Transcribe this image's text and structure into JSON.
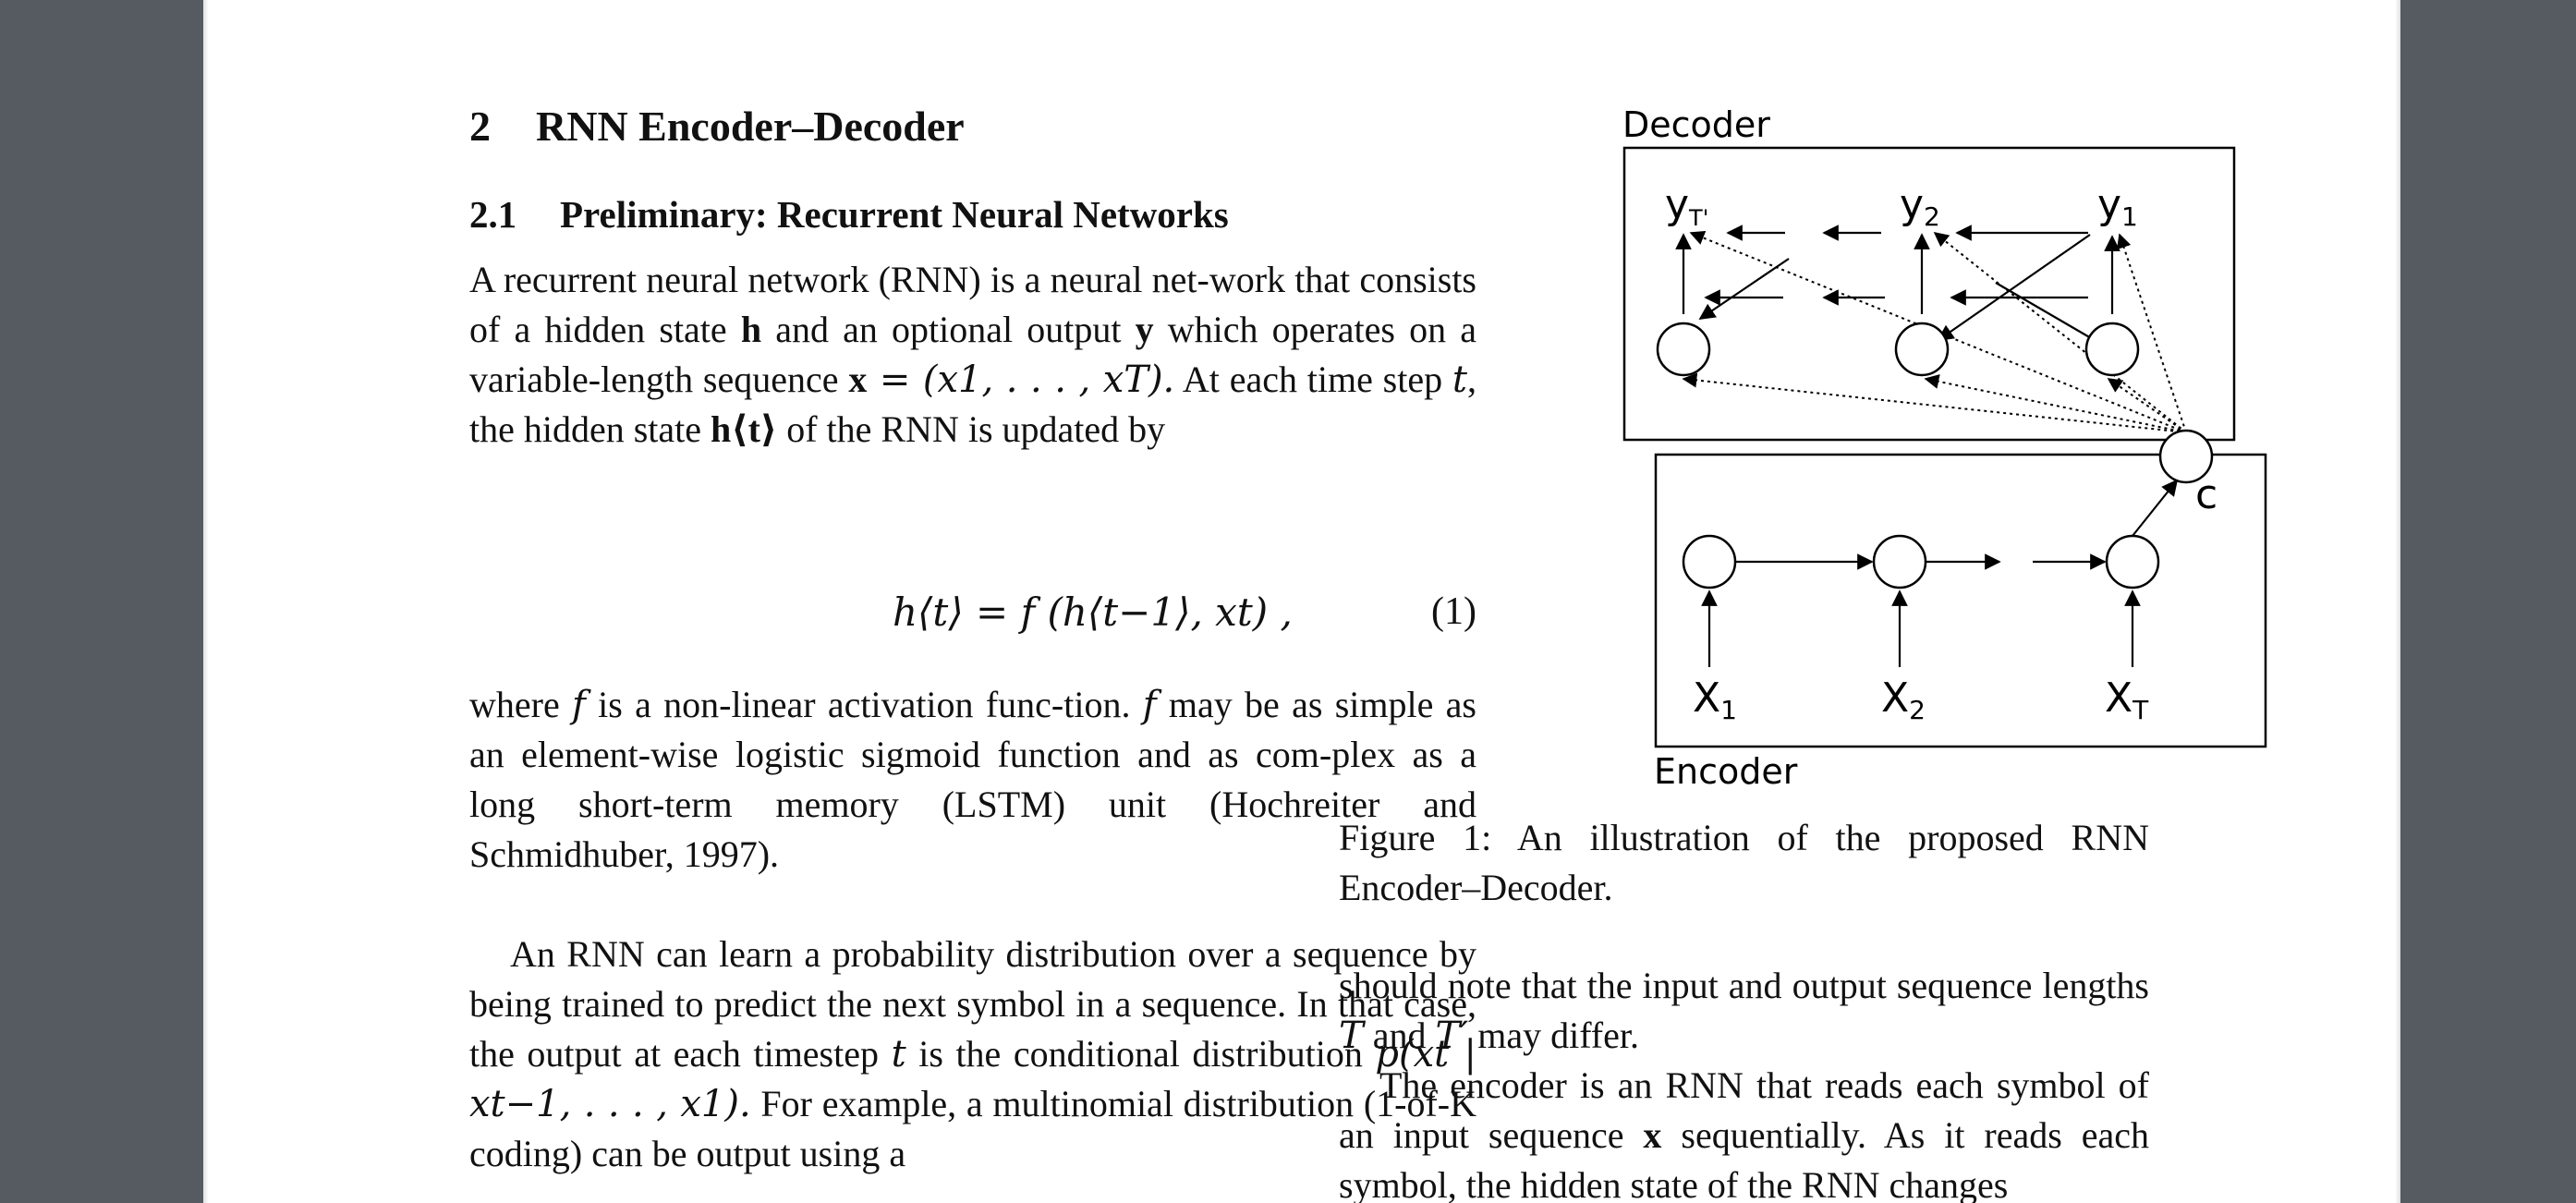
{
  "section": {
    "number": "2",
    "title": "RNN Encoder–Decoder"
  },
  "subsection": {
    "number": "2.1",
    "title": "Preliminary: Recurrent Neural Networks"
  },
  "paragraph1": {
    "part1": "A recurrent neural network (RNN) is a neural net-work that consists of a hidden state ",
    "h": "h",
    "part2": " and an optional output ",
    "y": "y",
    "part3": " which operates on a variable-length sequence ",
    "x": "x",
    "seq": " = (x1, . . . , xT).",
    "part4": " At each time step ",
    "t": "t",
    "part5": ", the hidden state ",
    "ht": "h⟨t⟩",
    "part6": " of the RNN is updated by"
  },
  "equation1": {
    "body": "h⟨t⟩ = f (h⟨t−1⟩, xt) ,",
    "number": "(1)"
  },
  "paragraph2": {
    "part1": "where ",
    "f1": "f",
    "part2": " is a non-linear activation func-tion. ",
    "f2": "f",
    "part3": " may be as simple as an element-wise logistic sigmoid function and as com-plex as a long short-term memory (LSTM) unit (Hochreiter and Schmidhuber, 1997)."
  },
  "paragraph3": {
    "part1": "An RNN can learn a probability distribution over a sequence by being trained to predict the next symbol in a sequence. In that case, the output at each timestep ",
    "t": "t",
    "part2": " is the conditional distribution ",
    "prob": "p(xt | xt−1, . . . , x1).",
    "part3": " For example, a multinomial distribution (1-of-K coding) can be output using a"
  },
  "figure": {
    "decoder_label": "Decoder",
    "encoder_label": "Encoder",
    "y_labels": [
      "yT'",
      "y2",
      "y1"
    ],
    "x_labels": [
      "X1",
      "X2",
      "XT"
    ],
    "c_label": "c",
    "caption": "Figure 1: An illustration of the proposed RNN Encoder–Decoder."
  },
  "right_paragraph1": {
    "part1": "should note that the input and output sequence lengths ",
    "T": "T",
    "and": " and ",
    "Tp": "T′",
    "part2": " may differ."
  },
  "right_paragraph2": {
    "part1": "The encoder is an RNN that reads each symbol of an input sequence ",
    "x": "x",
    "part2": " sequentially. As it reads each symbol, the hidden state of the RNN changes"
  }
}
